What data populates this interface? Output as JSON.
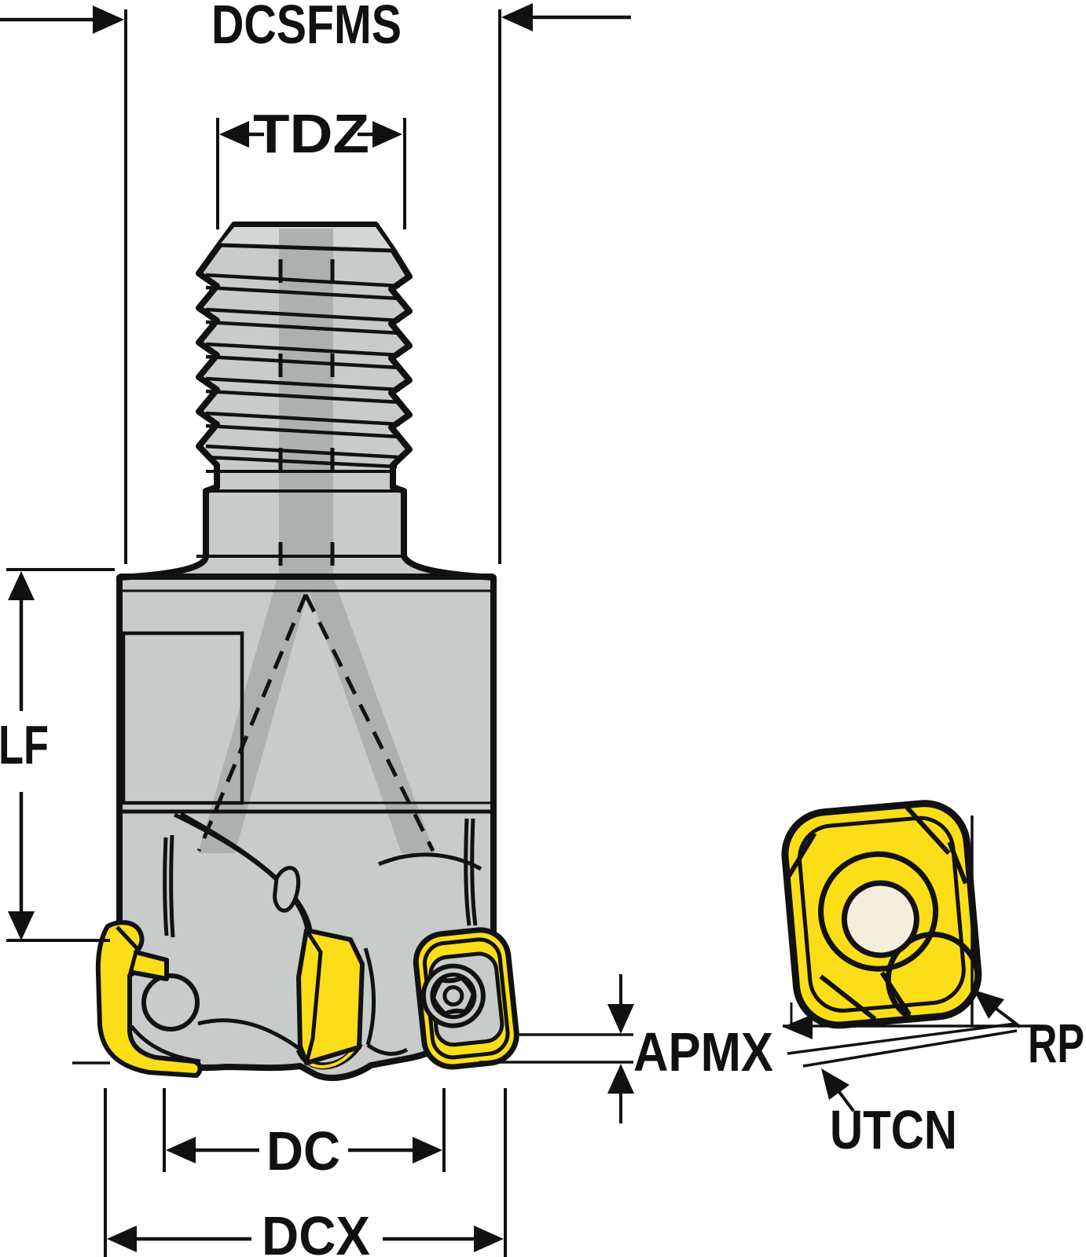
{
  "title": "Indexable square-shoulder milling cutter dimension drawing",
  "colors": {
    "body_gray": "#C7CBC9",
    "shade_gray": "#ACB1AF",
    "cap_face": "#D3D7D5",
    "outline": "#111111",
    "insert_yellow": "#FBDE17",
    "hole_cream": "#F4EEDC",
    "screw_gray": "#BFC3C1"
  },
  "dimensions": {
    "dcsfms": {
      "label": "DCSFMS"
    },
    "tdz": {
      "label": "TDZ"
    },
    "lf": {
      "label": "LF"
    },
    "dc": {
      "label": "DC"
    },
    "dcx": {
      "label": "DCX"
    },
    "apmx": {
      "label": "APMX"
    },
    "rp": {
      "label": "RP"
    },
    "utcn": {
      "label": "UTCN"
    }
  }
}
